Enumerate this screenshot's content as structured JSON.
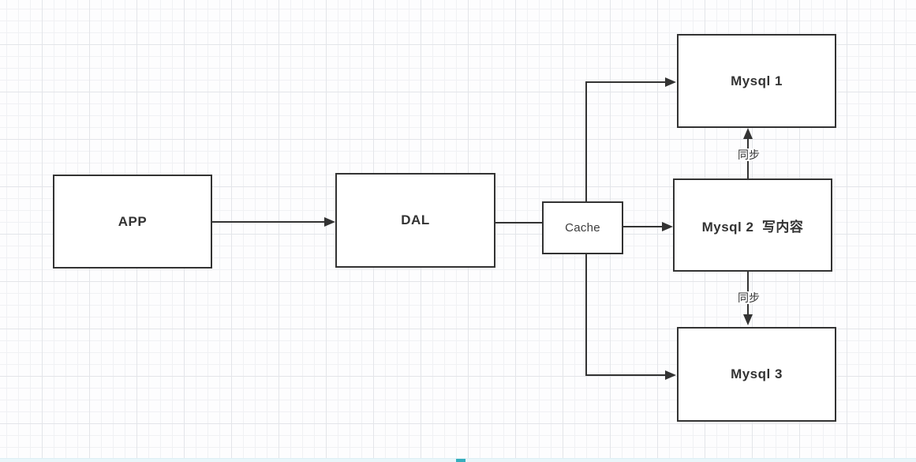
{
  "diagram": {
    "nodes": {
      "app": {
        "label": "APP"
      },
      "dal": {
        "label": "DAL"
      },
      "cache": {
        "label": "Cache"
      },
      "mysql1": {
        "label": "Mysql 1"
      },
      "mysql2": {
        "label": "Mysql 2  写内容"
      },
      "mysql3": {
        "label": "Mysql 3"
      }
    },
    "edges": [
      {
        "from": "APP",
        "to": "DAL",
        "label": ""
      },
      {
        "from": "DAL",
        "to": "Cache",
        "label": ""
      },
      {
        "from": "Cache",
        "to": "Mysql 2  写内容",
        "label": ""
      },
      {
        "from": "Cache",
        "to": "Mysql 1",
        "label": ""
      },
      {
        "from": "Cache",
        "to": "Mysql 3",
        "label": ""
      },
      {
        "from": "Mysql 2  写内容",
        "to": "Mysql 1",
        "label": "同步"
      },
      {
        "from": "Mysql 2  写内容",
        "to": "Mysql 3",
        "label": "同步"
      }
    ],
    "edge_labels": {
      "sync_up": "同步",
      "sync_down": "同步"
    },
    "colors": {
      "stroke": "#333333",
      "node_fill": "#ffffff",
      "node_text": "#333333",
      "grid_minor": "#f0f1f4",
      "grid_major": "#e3e5e9",
      "scrollbar_track": "#e9f6fa",
      "scrollbar_thumb": "#35aebc"
    }
  }
}
